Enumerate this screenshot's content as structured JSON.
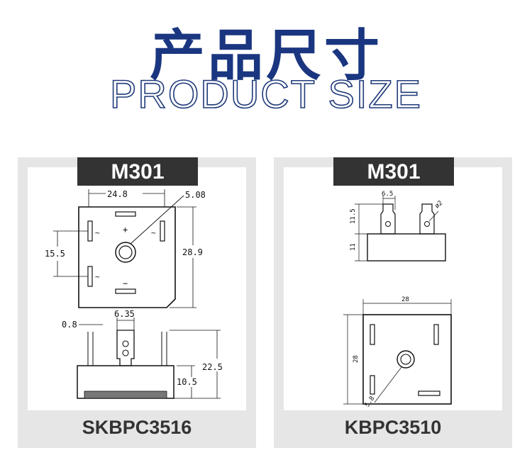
{
  "header": {
    "title_cn": "产品尺寸",
    "title_en": "PRODUCT SIZE"
  },
  "colors": {
    "title_blue": "#1b3680",
    "badge_bg": "#333333",
    "card_bg": "#e6e6e6"
  },
  "cards": [
    {
      "badge": "M301",
      "model": "SKBPC3516",
      "dims": {
        "width": "24.8",
        "hole": "5.08",
        "pin_spacing": "15.5",
        "height": "28.9",
        "plus": "+",
        "minus": "−",
        "ac1": "~",
        "ac2": "~",
        "ac3": "~",
        "pin_thick": "0.8",
        "tab_width": "6.35",
        "total_height": "22.5",
        "body_height": "10.5"
      }
    },
    {
      "badge": "M301",
      "model": "KBPC3510",
      "dims": {
        "tab_width": "6.5",
        "tab_height": "11.5",
        "body_height": "11",
        "hole": "ø2",
        "width": "28",
        "height": "28",
        "center_hole": "5.8"
      }
    }
  ]
}
